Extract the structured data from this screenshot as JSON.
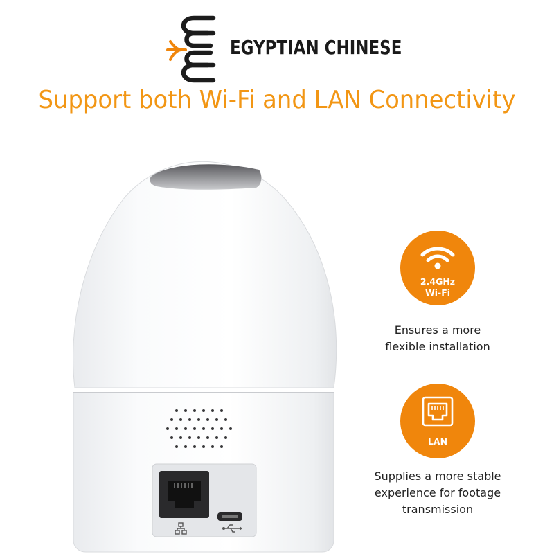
{
  "brand": {
    "name": "EGYPTIAN CHINESE"
  },
  "headline": "Support both Wi-Fi and LAN Connectivity",
  "colors": {
    "accent": "#f0860c",
    "headline": "#f29614",
    "text": "#222222",
    "background": "#ffffff"
  },
  "features": [
    {
      "icon": "wifi-icon",
      "badge_lines": [
        "2.4GHz",
        "Wi-Fi"
      ],
      "description_lines": [
        "Ensures a more",
        "flexible installation"
      ]
    },
    {
      "icon": "ethernet-port-icon",
      "badge_lines": [
        "LAN"
      ],
      "description_lines": [
        "Supplies a more stable",
        "experience for footage",
        "transmission"
      ]
    }
  ],
  "camera_ports": [
    {
      "icon": "network-icon"
    },
    {
      "icon": "usb-icon"
    }
  ]
}
